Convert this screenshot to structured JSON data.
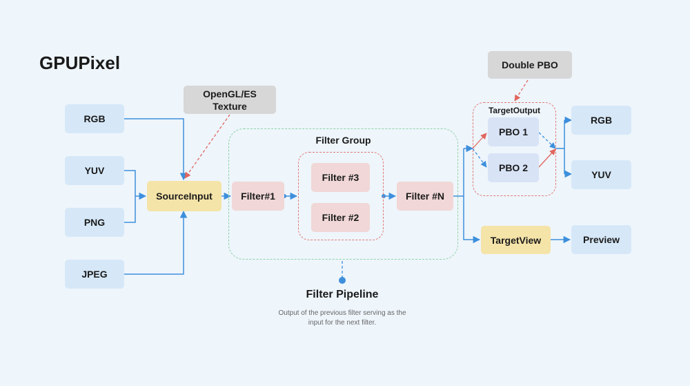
{
  "title": "GPUPixel",
  "inputs": {
    "rgb": "RGB",
    "yuv": "YUV",
    "png": "PNG",
    "jpeg": "JPEG"
  },
  "texture_label": "OpenGL/ES\nTexture",
  "source_input": "SourceInput",
  "filter_group": {
    "label": "Filter Group",
    "filter1": "Filter#1",
    "filter3": "Filter #3",
    "filter2": "Filter #2",
    "filterN": "Filter #N"
  },
  "double_pbo": "Double PBO",
  "target_output": {
    "label": "TargetOutput",
    "pbo1": "PBO 1",
    "pbo2": "PBO 2"
  },
  "outputs": {
    "rgb": "RGB",
    "yuv": "YUV"
  },
  "target_view": "TargetView",
  "preview": "Preview",
  "pipeline": {
    "label": "Filter Pipeline",
    "caption_line1": "Output of the previous filter serving as the",
    "caption_line2": "input for the next filter."
  },
  "colors": {
    "arrow_blue": "#3d8fdc",
    "arrow_red": "#e0665f",
    "group_green": "#8ed3a5",
    "group_red": "#e07a74"
  }
}
